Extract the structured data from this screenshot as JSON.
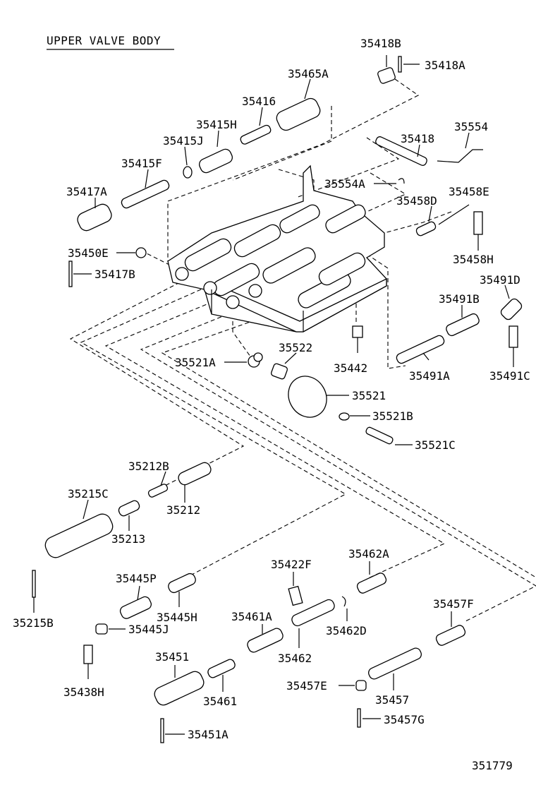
{
  "diagram": {
    "title": "UPPER VALVE BODY",
    "figure_number": "351779",
    "parts": [
      {
        "id": "35418B",
        "label": "35418B"
      },
      {
        "id": "35418A",
        "label": "35418A"
      },
      {
        "id": "35465A",
        "label": "35465A"
      },
      {
        "id": "35416",
        "label": "35416"
      },
      {
        "id": "35415H",
        "label": "35415H"
      },
      {
        "id": "35415J",
        "label": "35415J"
      },
      {
        "id": "35415F",
        "label": "35415F"
      },
      {
        "id": "35417A",
        "label": "35417A"
      },
      {
        "id": "35418",
        "label": "35418"
      },
      {
        "id": "35554",
        "label": "35554"
      },
      {
        "id": "35554A",
        "label": "35554A"
      },
      {
        "id": "35458D",
        "label": "35458D"
      },
      {
        "id": "35458E",
        "label": "35458E"
      },
      {
        "id": "35458H",
        "label": "35458H"
      },
      {
        "id": "35450E",
        "label": "35450E"
      },
      {
        "id": "35417B",
        "label": "35417B"
      },
      {
        "id": "35491D",
        "label": "35491D"
      },
      {
        "id": "35491B",
        "label": "35491B"
      },
      {
        "id": "35491A",
        "label": "35491A"
      },
      {
        "id": "35491C",
        "label": "35491C"
      },
      {
        "id": "35522",
        "label": "35522"
      },
      {
        "id": "35521A",
        "label": "35521A"
      },
      {
        "id": "35442",
        "label": "35442"
      },
      {
        "id": "35521",
        "label": "35521"
      },
      {
        "id": "35521B",
        "label": "35521B"
      },
      {
        "id": "35521C",
        "label": "35521C"
      },
      {
        "id": "35212B",
        "label": "35212B"
      },
      {
        "id": "35215C",
        "label": "35215C"
      },
      {
        "id": "35212",
        "label": "35212"
      },
      {
        "id": "35213",
        "label": "35213"
      },
      {
        "id": "35215B",
        "label": "35215B"
      },
      {
        "id": "35445P",
        "label": "35445P"
      },
      {
        "id": "35445H",
        "label": "35445H"
      },
      {
        "id": "35445J",
        "label": "35445J"
      },
      {
        "id": "35438H",
        "label": "35438H"
      },
      {
        "id": "35422F",
        "label": "35422F"
      },
      {
        "id": "35462A",
        "label": "35462A"
      },
      {
        "id": "35462D",
        "label": "35462D"
      },
      {
        "id": "35462",
        "label": "35462"
      },
      {
        "id": "35461A",
        "label": "35461A"
      },
      {
        "id": "35451",
        "label": "35451"
      },
      {
        "id": "35461",
        "label": "35461"
      },
      {
        "id": "35451A",
        "label": "35451A"
      },
      {
        "id": "35457F",
        "label": "35457F"
      },
      {
        "id": "35457E",
        "label": "35457E"
      },
      {
        "id": "35457",
        "label": "35457"
      },
      {
        "id": "35457G",
        "label": "35457G"
      }
    ]
  }
}
